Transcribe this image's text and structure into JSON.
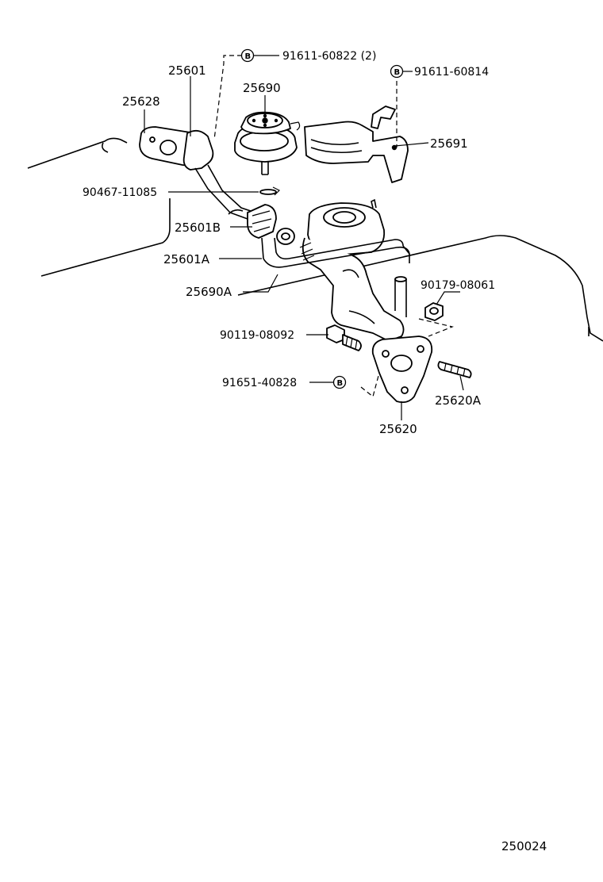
{
  "diagram": {
    "parts": [
      {
        "id": "p25601",
        "label": "25601"
      },
      {
        "id": "p25628",
        "label": "25628"
      },
      {
        "id": "p25690",
        "label": "25690"
      },
      {
        "id": "p91611_60822",
        "label": "91611-60822 (2)",
        "symbol": "B"
      },
      {
        "id": "p91611_60814",
        "label": "91611-60814",
        "symbol": "B"
      },
      {
        "id": "p25691",
        "label": "25691"
      },
      {
        "id": "p90467_11085",
        "label": "90467-11085"
      },
      {
        "id": "p25601B",
        "label": "25601B"
      },
      {
        "id": "p25601A",
        "label": "25601A"
      },
      {
        "id": "p25690A",
        "label": "25690A"
      },
      {
        "id": "p90179_08061",
        "label": "90179-08061"
      },
      {
        "id": "p90119_08092",
        "label": "90119-08092"
      },
      {
        "id": "p91651_40828",
        "label": "91651-40828",
        "symbol": "B"
      },
      {
        "id": "p25620A",
        "label": "25620A"
      },
      {
        "id": "p25620",
        "label": "25620"
      }
    ],
    "figure_code": "250024"
  }
}
